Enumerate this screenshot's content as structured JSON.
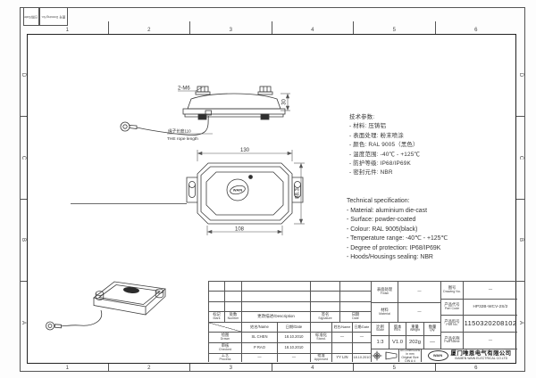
{
  "sheet": {
    "grid_cols": [
      "1",
      "2",
      "3",
      "4",
      "5",
      "6"
    ],
    "grid_rows": [
      "D",
      "C",
      "B",
      "A"
    ],
    "corner_box_left": "日期/Date",
    "corner_box_right": "图号 Drawing No."
  },
  "views": {
    "side": {
      "thread_label": "2-M6",
      "height_dim": "30",
      "rope_len_cn": "绳子长度110",
      "rope_len_en": "THE rope length"
    },
    "front": {
      "width_dim": "130",
      "base_dim": "108",
      "height_dim": "88.3",
      "logo": "WAIN"
    }
  },
  "spec_cn": {
    "title": "技术参数:",
    "items": [
      "- 材料: 压铸铝",
      "- 表面处理: 粉末喷涂",
      "- 颜色: RAL 9005（黑色）",
      "- 温度范围: -40℃ - +125℃",
      "- 防护等级: IP68/IP69K",
      "- 密封元件: NBR"
    ]
  },
  "spec_en": {
    "title": "Technical specification:",
    "items": [
      "- Material: aluminium die-cast",
      "- Surface: powder-coated",
      "- Colour: RAL 9005(black)",
      "- Temperature range: -40℃ - +125℃",
      "- Degree of protection: IP68/IP69K",
      "- Hoods/Housings sealing: NBR"
    ]
  },
  "tb": {
    "mark_cn": "标记",
    "mark_en": "Mark",
    "number_cn": "处数",
    "number_en": "Number",
    "description": "更改描述/Description",
    "signature_cn": "签名",
    "signature_en": "Signature",
    "date_cn": "日期",
    "date_en": "Date",
    "name_hdr": "姓名/Name",
    "date_hdr": "日期/Date",
    "drawn_cn": "绘图",
    "drawn_en": "Drawn",
    "drawn_name": "SL CHEN",
    "drawn_date": "18.10.2010",
    "checked_cn": "审核",
    "checked_en": "Checked",
    "checked_name": "P RAO",
    "checked_date": "18.10.2010",
    "process_cn": "工艺",
    "process_en": "Process",
    "process_name": "—",
    "process_date": "—",
    "stand_cn": "标准化",
    "stand_en": "Stand.",
    "stand_name": "—",
    "stand_date": "—",
    "approved_cn": "批准",
    "approved_en": "Approved",
    "approved_name": "YY LIN",
    "approved_date": "18.10.2010",
    "finish_cn": "表面处理",
    "finish_en": "Finish",
    "finish_val": "—",
    "material_cn": "材料",
    "material_en": "Material",
    "material_val": "—",
    "scale_cn": "比例",
    "scale_en": "Scale",
    "scale_val": "1:3",
    "rev_cn": "版本",
    "rev_en": "REV.",
    "rev_val": "V1.0",
    "weight_cn": "重量",
    "weight_en": "Weight",
    "weight_val": "202g",
    "qty_cn": "数量",
    "qty_en": "Qty.",
    "qty_val": "—",
    "drawing_no_cn": "图号",
    "drawing_no_en": "Drawing No.",
    "drawing_no_val": "—",
    "part_code_cn": "产品代号",
    "part_code_en": "Part Code",
    "part_code_val": "HP32B-WCV-2S/2",
    "part_no_cn": "产品料号",
    "part_no_en": "Part No.",
    "part_no_val": "1150320208102",
    "part_name_cn": "产品名称",
    "part_name_en": "Part Name",
    "part_name_val": "—",
    "dims_note_1": "All Dimensions in mm",
    "dims_note_2": "Original Size DIN A 4",
    "company_cn": "厦门唯恩电气有限公司",
    "company_en": "XIAMEN WAIN ELECTRICAL CO.LTD",
    "logo": "WAIN"
  }
}
